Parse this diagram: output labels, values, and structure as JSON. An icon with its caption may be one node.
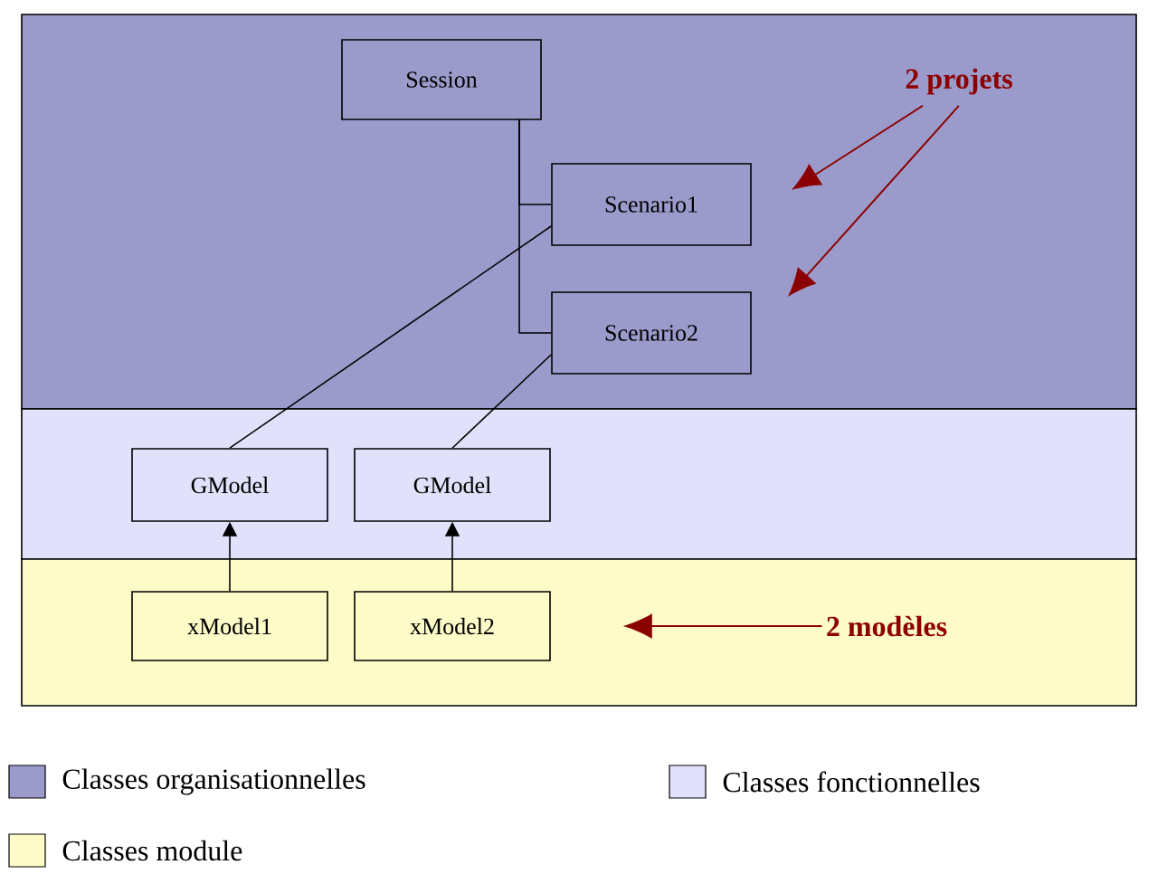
{
  "diagram": {
    "nodes": [
      {
        "text": [
          "Session"
        ]
      },
      {
        "text": [
          "Scenario1"
        ]
      },
      {
        "text": [
          "Scenario2"
        ]
      },
      {
        "text": [
          "GModel"
        ]
      },
      {
        "text": [
          "GModel"
        ]
      },
      {
        "text": [
          "xModel1"
        ]
      },
      {
        "text": [
          "xModel2"
        ]
      },
      {
        "text": [
          "2 projets"
        ]
      },
      {
        "text": [
          "2 modèles"
        ]
      }
    ],
    "edges": [
      {
        "from": 0,
        "to": 1,
        "arrow": "none"
      },
      {
        "from": 0,
        "to": 2,
        "arrow": "none"
      },
      {
        "from": 1,
        "to": 3,
        "arrow": "none"
      },
      {
        "from": 2,
        "to": 4,
        "arrow": "none"
      },
      {
        "from": 5,
        "to": 3,
        "arrow": "to"
      },
      {
        "from": 6,
        "to": 4,
        "arrow": "to"
      },
      {
        "from": 7,
        "to": 1,
        "arrow": "to",
        "color": "#8b0000"
      },
      {
        "from": 7,
        "to": 2,
        "arrow": "to",
        "color": "#8b0000"
      },
      {
        "from": 8,
        "to": 6,
        "arrow": "to",
        "color": "#8b0000"
      }
    ],
    "legend": [
      {
        "text": "Classes organisationnelles",
        "color": "#9b9bcb"
      },
      {
        "text": "Classes fonctionnelles",
        "color": "#e1e1fb"
      },
      {
        "text": "Classes module",
        "color": "#fdfbc8"
      }
    ]
  }
}
